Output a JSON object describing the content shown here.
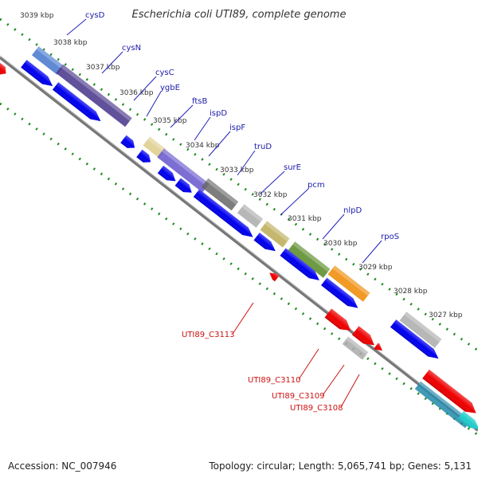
{
  "title": "Escherichia coli UTI89, complete genome",
  "footer": {
    "accession": "Accession: NC_007946",
    "topology": "Topology: circular; Length: 5,065,741 bp; Genes: 5,131"
  },
  "kbp_labels": [
    "3039 kbp",
    "3038 kbp",
    "3037 kbp",
    "3036 kbp",
    "3035 kbp",
    "3034 kbp",
    "3033 kbp",
    "3032 kbp",
    "3031 kbp",
    "3030 kbp",
    "3029 kbp",
    "3028 kbp",
    "3027 kbp"
  ],
  "forward_genes": [
    "cysD",
    "cysN",
    "cysC",
    "ygbE",
    "ftsB",
    "ispD",
    "ispF",
    "truD",
    "surE",
    "pcm",
    "nlpD",
    "rpoS"
  ],
  "reverse_genes": [
    "UTI89_C3113",
    "UTI89_C3110",
    "UTI89_C3109",
    "UTI89_C3108"
  ],
  "colors": {
    "cds": "#0000ee",
    "rna": "#ee0000",
    "axis": "#777777",
    "tick": "#228822",
    "cysD": "#4477cc",
    "cysN": "#443388",
    "cysC": "#443388",
    "ygbE": "#ddcc88",
    "ftsB": "#6655cc",
    "ispD": "#6655cc",
    "ispF": "#666666",
    "truD": "#aaaaaa",
    "surE": "#bbaa55",
    "pcm": "#558822",
    "nlpD": "#ee8800",
    "rpoS": "#aaaaaa"
  }
}
